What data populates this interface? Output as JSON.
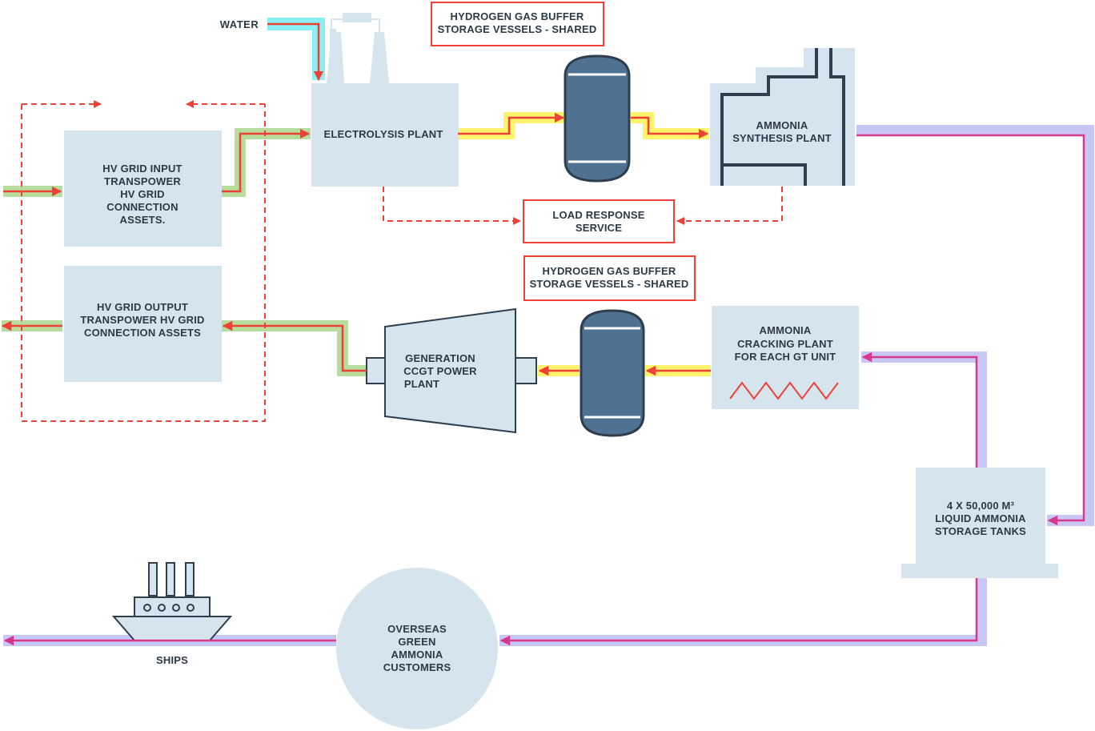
{
  "labels": {
    "water": "WATER",
    "h2_buffer_top_line1": "HYDROGEN GAS BUFFER",
    "h2_buffer_top_line2": "STORAGE VESSELS - SHARED",
    "h2_buffer_mid_line1": "HYDROGEN GAS BUFFER",
    "h2_buffer_mid_line2": "STORAGE VESSELS - SHARED",
    "electrolysis": "ELECTROLYSIS PLANT",
    "ammonia_synth_line1": "AMMONIA",
    "ammonia_synth_line2": "SYNTHESIS PLANT",
    "hv_input_line1": "HV GRID INPUT",
    "hv_input_line2": "TRANSPOWER",
    "hv_input_line3": "HV GRID",
    "hv_input_line4": "CONNECTION",
    "hv_input_line5": "ASSETS.",
    "load_response_line1": "LOAD RESPONSE",
    "load_response_line2": "SERVICE",
    "hv_output_line1": "HV GRID OUTPUT",
    "hv_output_line2": "TRANSPOWER HV GRID",
    "hv_output_line3": "CONNECTION ASSETS",
    "generation_line1": "GENERATION",
    "generation_line2": "CCGT POWER",
    "generation_line3": "PLANT",
    "cracking_line1": "AMMONIA",
    "cracking_line2": "CRACKING PLANT",
    "cracking_line3": "FOR EACH GT UNIT",
    "storage_line1": "4 X 50,000 M³",
    "storage_line2": "LIQUID AMMONIA",
    "storage_line3": "STORAGE TANKS",
    "customers_line1": "OVERSEAS",
    "customers_line2": "GREEN",
    "customers_line3": "AMMONIA",
    "customers_line4": "CUSTOMERS",
    "ships": "SHIPS"
  },
  "colors": {
    "box_fill": "#d6e4ee",
    "vessel_fill": "#4f7292",
    "vessel_stroke": "#2e3e4c",
    "red_line": "#ef4136",
    "electric_band": "#b7dc9e",
    "hydrogen_band": "#fff36b",
    "ammonia_band": "#c8c6f4",
    "ammonia_line": "#d63a8a",
    "water_band": "#8af0f5",
    "text": "#2d3a45"
  }
}
